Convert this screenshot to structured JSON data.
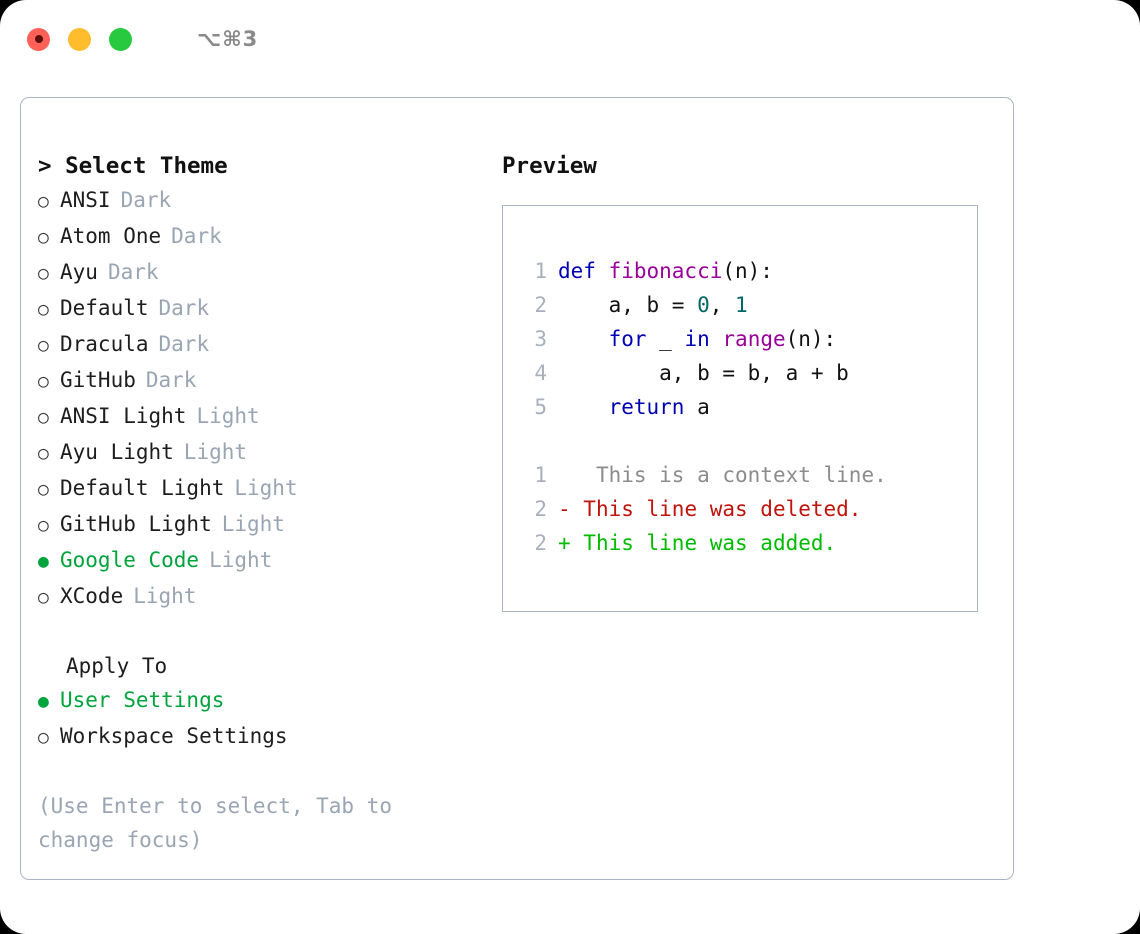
{
  "window": {
    "title": "⌥⌘3",
    "traffic_lights": [
      {
        "name": "close",
        "color": "#ff6057"
      },
      {
        "name": "minimize",
        "color": "#ffbd2e"
      },
      {
        "name": "maximize",
        "color": "#28c93f"
      }
    ]
  },
  "theme_panel": {
    "heading": "> Select Theme",
    "selected_marker": "●",
    "unselected_marker": "○",
    "options": [
      {
        "label": "ANSI",
        "tag": "Dark",
        "selected": false
      },
      {
        "label": "Atom One",
        "tag": "Dark",
        "selected": false
      },
      {
        "label": "Ayu",
        "tag": "Dark",
        "selected": false
      },
      {
        "label": "Default",
        "tag": "Dark",
        "selected": false
      },
      {
        "label": "Dracula",
        "tag": "Dark",
        "selected": false
      },
      {
        "label": "GitHub",
        "tag": "Dark",
        "selected": false
      },
      {
        "label": "ANSI Light",
        "tag": "Light",
        "selected": false
      },
      {
        "label": "Ayu Light",
        "tag": "Light",
        "selected": false
      },
      {
        "label": "Default Light",
        "tag": "Light",
        "selected": false
      },
      {
        "label": "GitHub Light",
        "tag": "Light",
        "selected": false
      },
      {
        "label": "Google Code",
        "tag": "Light",
        "selected": true
      },
      {
        "label": "XCode",
        "tag": "Light",
        "selected": false
      }
    ]
  },
  "apply_to": {
    "heading": "Apply To",
    "options": [
      {
        "label": "User Settings",
        "selected": true
      },
      {
        "label": "Workspace Settings",
        "selected": false
      }
    ]
  },
  "hint": {
    "line1": "(Use Enter to select, Tab to",
    "line2": "change focus)"
  },
  "preview": {
    "heading": "Preview",
    "code_lines": [
      {
        "number": "1",
        "tokens": [
          {
            "text": "def ",
            "type": "kw"
          },
          {
            "text": "fibonacci",
            "type": "fn"
          },
          {
            "text": "(n):",
            "type": "punct"
          }
        ]
      },
      {
        "number": "2",
        "tokens": [
          {
            "text": "    a, b = ",
            "type": "plain"
          },
          {
            "text": "0",
            "type": "num"
          },
          {
            "text": ", ",
            "type": "plain"
          },
          {
            "text": "1",
            "type": "num"
          }
        ]
      },
      {
        "number": "3",
        "tokens": [
          {
            "text": "    ",
            "type": "plain"
          },
          {
            "text": "for",
            "type": "kw"
          },
          {
            "text": " _ ",
            "type": "plain"
          },
          {
            "text": "in",
            "type": "kw"
          },
          {
            "text": " ",
            "type": "plain"
          },
          {
            "text": "range",
            "type": "fn"
          },
          {
            "text": "(n):",
            "type": "punct"
          }
        ]
      },
      {
        "number": "4",
        "tokens": [
          {
            "text": "        a, b = b, a + b",
            "type": "plain"
          }
        ]
      },
      {
        "number": "5",
        "tokens": [
          {
            "text": "    ",
            "type": "plain"
          },
          {
            "text": "return",
            "type": "kw"
          },
          {
            "text": " a",
            "type": "plain"
          }
        ]
      }
    ],
    "diff_lines": [
      {
        "number": "1",
        "marker": " ",
        "text": "  This is a context line.",
        "kind": "ctx"
      },
      {
        "number": "2",
        "marker": "-",
        "text": " This line was deleted.",
        "kind": "del"
      },
      {
        "number": "2",
        "marker": "+",
        "text": " This line was added.",
        "kind": "add"
      }
    ]
  },
  "colors": {
    "accent_green": "#00a33c",
    "tag_gray": "#9aa5b4",
    "border": "#aab4c2",
    "keyword": "#0000b3",
    "function": "#990099",
    "number": "#006666",
    "diff_context": "#8c8c8c",
    "diff_deleted": "#c0130b",
    "diff_added": "#00bb00"
  }
}
